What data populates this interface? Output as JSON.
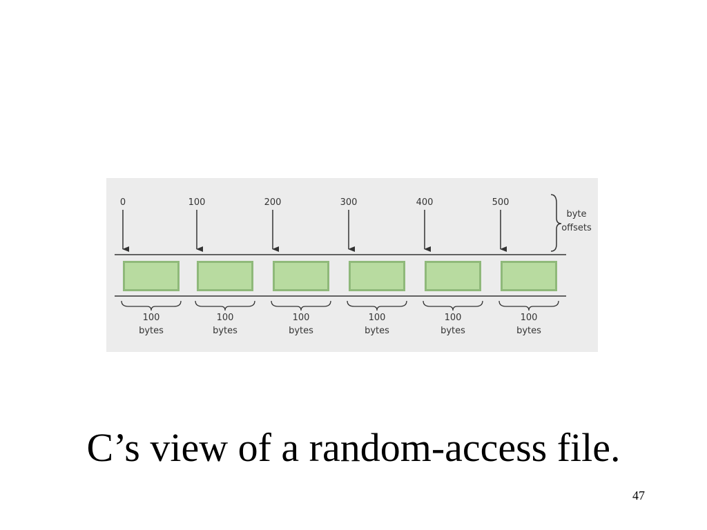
{
  "caption": "C’s view of a random-access file.",
  "page_number": "47",
  "diagram": {
    "offsets": [
      "0",
      "100",
      "200",
      "300",
      "400",
      "500"
    ],
    "offsets_label_line1": "byte",
    "offsets_label_line2": "offsets",
    "records": [
      {
        "size": "100",
        "unit": "bytes"
      },
      {
        "size": "100",
        "unit": "bytes"
      },
      {
        "size": "100",
        "unit": "bytes"
      },
      {
        "size": "100",
        "unit": "bytes"
      },
      {
        "size": "100",
        "unit": "bytes"
      },
      {
        "size": "100",
        "unit": "bytes"
      }
    ],
    "colors": {
      "block_fill": "#b8dba0",
      "block_border": "#8fb97a",
      "panel_bg": "#ececec",
      "line": "#333333"
    }
  }
}
